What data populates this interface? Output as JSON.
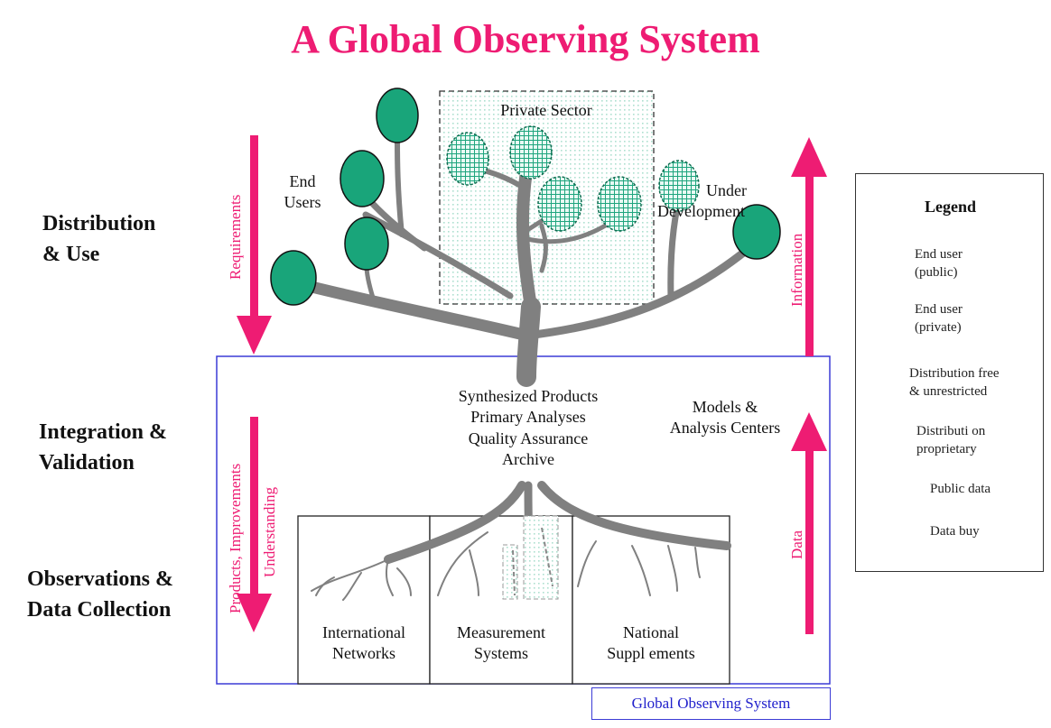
{
  "title": "A Global Observing System",
  "sections": {
    "distribution": [
      "Distribution",
      "& Use"
    ],
    "integration": [
      "Integration &",
      "Validation"
    ],
    "observations": [
      "Observations &",
      "Data Collection"
    ]
  },
  "arrows": {
    "requirements": "Requirements",
    "products_improvements": "Products, Improvements",
    "understanding": "Understanding",
    "information": "Information",
    "data": "Data"
  },
  "tree": {
    "private_sector": "Private Sector",
    "end_users": [
      "End",
      "Users"
    ],
    "under_development": [
      "Under",
      "Development"
    ]
  },
  "center": [
    "Synthesized Products",
    "Primary Analyses",
    "Quality Assurance",
    "Archive"
  ],
  "models_centers": [
    "Models &",
    "Analysis Centers"
  ],
  "roots": {
    "international": [
      "International",
      "Networks"
    ],
    "measurement": [
      "Measurement",
      "Systems"
    ],
    "national": [
      "National",
      "Suppl ements"
    ]
  },
  "global_observing_system_label": "Global Observing System",
  "legend": {
    "title": "Legend",
    "public_user": [
      "End user",
      "(public)"
    ],
    "private_user": [
      "End user",
      "(private)"
    ],
    "dist_free": [
      "Distribution free",
      "& unrestricted"
    ],
    "dist_prop": [
      "Distributi on",
      "proprietary"
    ],
    "public_data": "Public data",
    "data_buy": "Data buy"
  },
  "colors": {
    "accent": "#ee1c73",
    "tree": "#808080",
    "public_user": "#19a57a",
    "private_pattern": "#9fd9c7",
    "frame_blue": "#3b3bd6"
  }
}
